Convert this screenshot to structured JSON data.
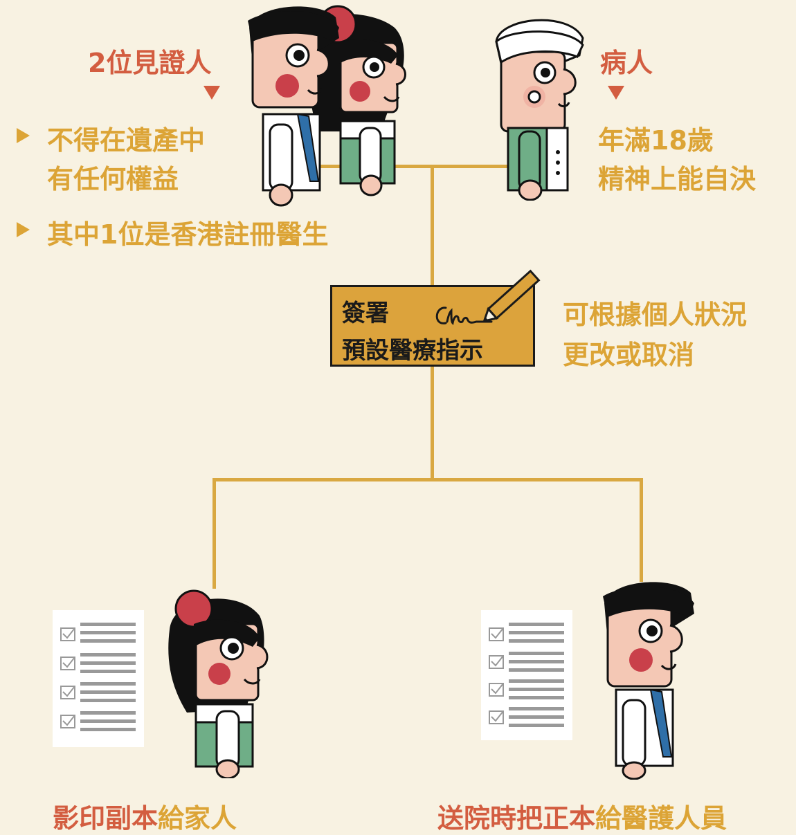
{
  "witnesses": {
    "title": "2位見證人",
    "conditions": [
      {
        "lines": [
          "不得在遺產中",
          "有任何權益"
        ]
      },
      {
        "lines": [
          "其中1位是香港註冊醫生"
        ]
      }
    ]
  },
  "patient": {
    "title": "病人",
    "lines": [
      "年滿18歲",
      "精神上能自決"
    ]
  },
  "sign_box": {
    "line1": "簽署",
    "line2": "預設醫療指示"
  },
  "note": {
    "lines": [
      "可根據個人狀況",
      "更改或取消"
    ]
  },
  "left_caption": {
    "part1": "影印副本",
    "part2": "給家人"
  },
  "right_caption": {
    "part1": "送院時把正本",
    "part2": "給醫護人員"
  },
  "colors": {
    "background": "#f8f2e2",
    "gold": "#dca436",
    "red_orange": "#d35d40",
    "box_fill": "#dca33c",
    "green": "#6fae87"
  }
}
